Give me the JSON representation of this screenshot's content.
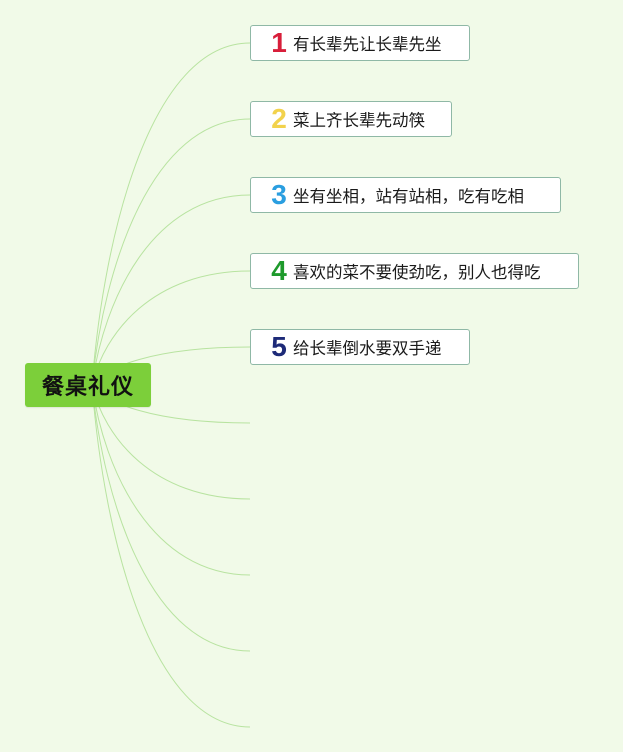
{
  "root": {
    "label": "餐桌礼仪"
  },
  "colors": {
    "background": "#f1fae8",
    "root_fill": "#7ccf3a",
    "link": "#b8e3a0",
    "topic_border": "#8fb8a6"
  },
  "topics": [
    {
      "number": "1",
      "label": "有长辈先让长辈先坐",
      "color": "#d81e3a"
    },
    {
      "number": "2",
      "label": "菜上齐长辈先动筷",
      "color": "#f2d24c"
    },
    {
      "number": "3",
      "label": "坐有坐相，站有站相，吃有吃相",
      "color": "#2a9ee0"
    },
    {
      "number": "4",
      "label": "喜欢的菜不要使劲吃，别人也得吃",
      "color": "#1e9a2c"
    },
    {
      "number": "5",
      "label": "给长辈倒水要双手递",
      "color": "#1d2a78"
    }
  ],
  "empty_branches": 5
}
